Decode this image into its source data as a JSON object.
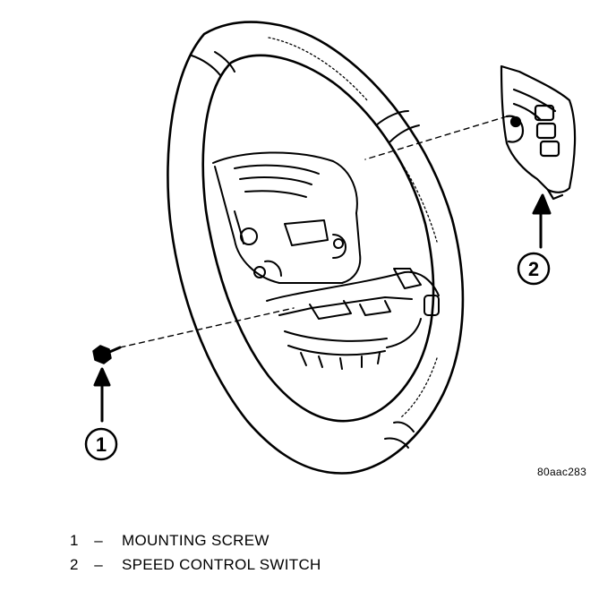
{
  "figure_id": "80aac283",
  "callouts": [
    {
      "number": "1",
      "label": "MOUNTING SCREW"
    },
    {
      "number": "2",
      "label": "SPEED CONTROL SWITCH"
    }
  ],
  "legend_dash": "–",
  "colors": {
    "ink": "#000000",
    "paper": "#ffffff"
  }
}
